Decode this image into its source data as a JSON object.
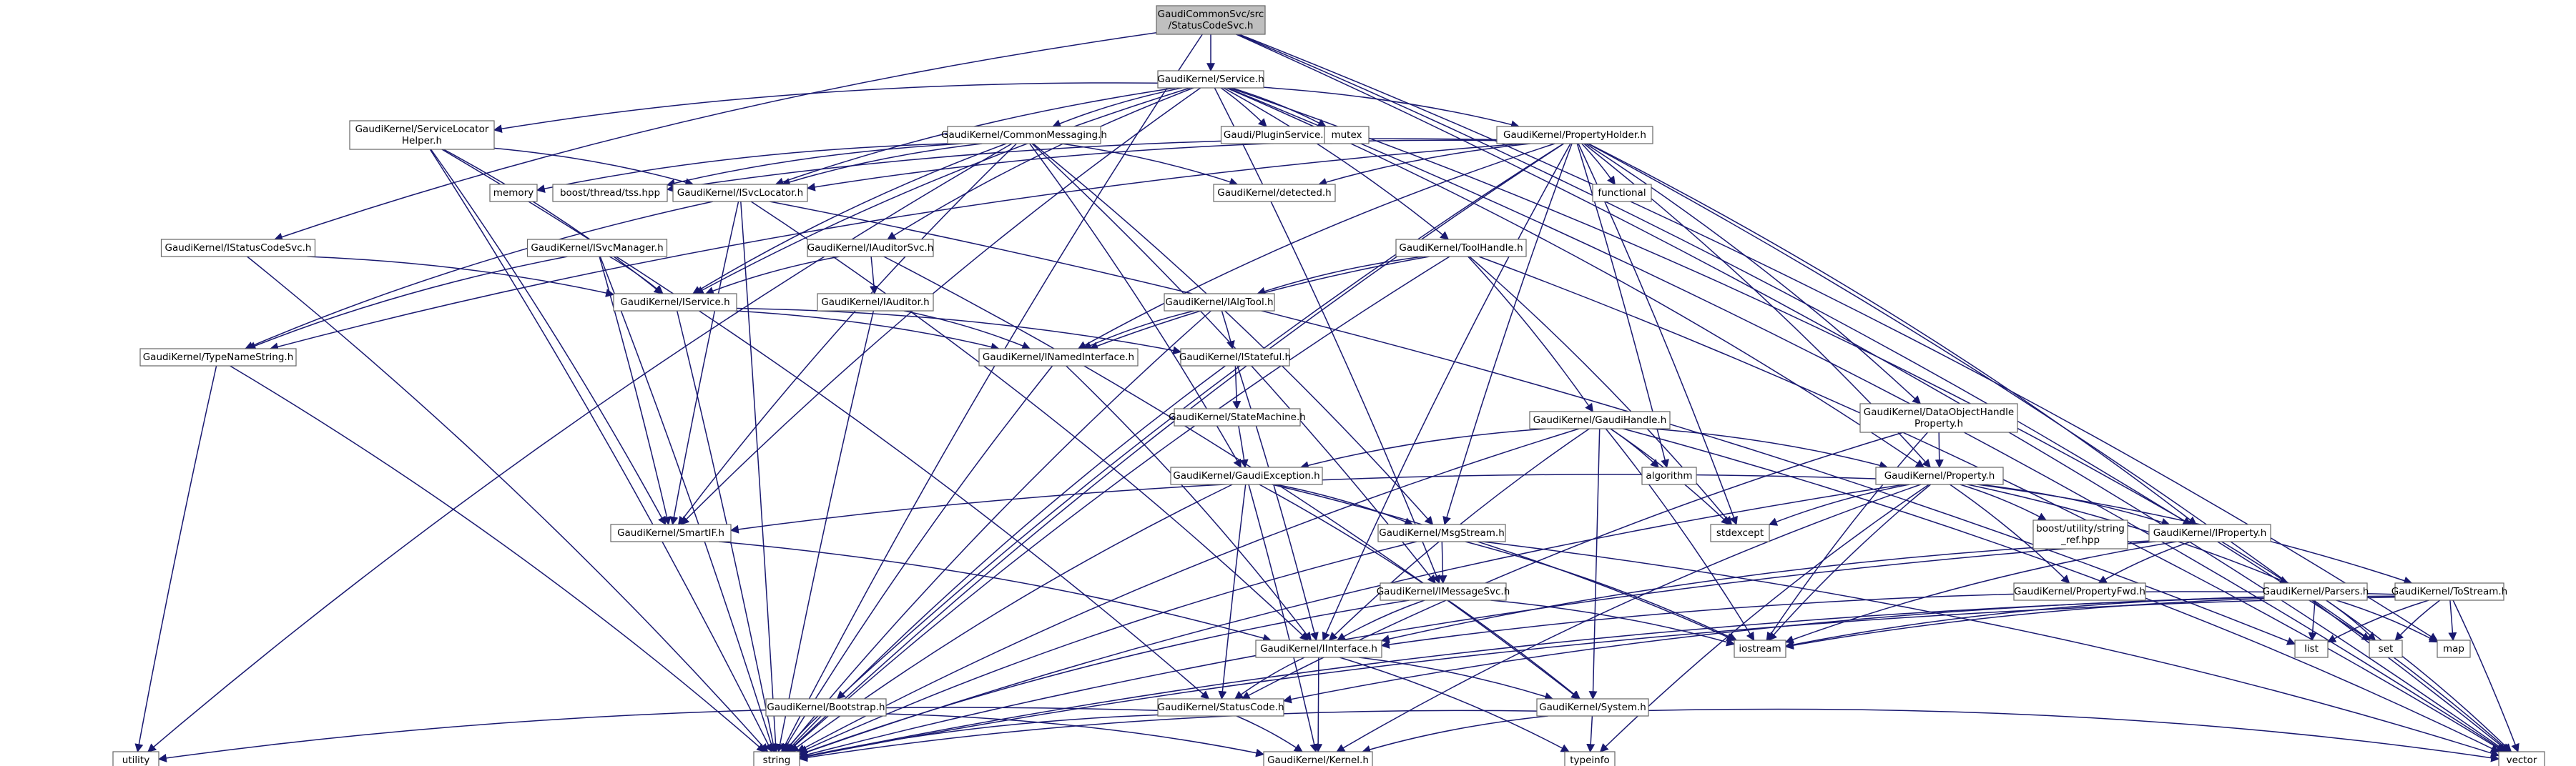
{
  "colors": {
    "root_fill": "#bfbfbf",
    "node_fill": "#ffffff",
    "border_black": "#000000",
    "border_red": "#ff0000",
    "border_grey": "#bfbfbf",
    "text": "#000000",
    "edge": "#191970"
  },
  "nodes": [
    {
      "id": "root",
      "lines": [
        "GaudiCommonSvc/src",
        "/StatusCodeSvc.h"
      ],
      "style": "root"
    },
    {
      "id": "service",
      "lines": [
        "GaudiKernel/Service.h"
      ],
      "style": "black"
    },
    {
      "id": "slhelper",
      "lines": [
        "GaudiKernel/ServiceLocator",
        "Helper.h"
      ],
      "style": "black"
    },
    {
      "id": "commonmsg",
      "lines": [
        "GaudiKernel/CommonMessaging.h"
      ],
      "style": "black"
    },
    {
      "id": "pluginsvc",
      "lines": [
        "Gaudi/PluginService.h"
      ],
      "style": "red"
    },
    {
      "id": "mutex",
      "lines": [
        "mutex"
      ],
      "style": "grey"
    },
    {
      "id": "propholder",
      "lines": [
        "GaudiKernel/PropertyHolder.h"
      ],
      "style": "black"
    },
    {
      "id": "memory",
      "lines": [
        "memory"
      ],
      "style": "grey"
    },
    {
      "id": "tss",
      "lines": [
        "boost/thread/tss.hpp"
      ],
      "style": "grey"
    },
    {
      "id": "isvcloc",
      "lines": [
        "GaudiKernel/ISvcLocator.h"
      ],
      "style": "black"
    },
    {
      "id": "detected",
      "lines": [
        "GaudiKernel/detected.h"
      ],
      "style": "red"
    },
    {
      "id": "functional",
      "lines": [
        "functional"
      ],
      "style": "grey"
    },
    {
      "id": "istatuscodesvc",
      "lines": [
        "GaudiKernel/IStatusCodeSvc.h"
      ],
      "style": "black"
    },
    {
      "id": "isvcmanager",
      "lines": [
        "GaudiKernel/ISvcManager.h"
      ],
      "style": "red"
    },
    {
      "id": "iauditorsvc",
      "lines": [
        "GaudiKernel/IAuditorSvc.h"
      ],
      "style": "black"
    },
    {
      "id": "toolhandle",
      "lines": [
        "GaudiKernel/ToolHandle.h"
      ],
      "style": "red"
    },
    {
      "id": "iauditor",
      "lines": [
        "GaudiKernel/IAuditor.h"
      ],
      "style": "red"
    },
    {
      "id": "ialgtool",
      "lines": [
        "GaudiKernel/IAlgTool.h"
      ],
      "style": "black"
    },
    {
      "id": "iservice",
      "lines": [
        "GaudiKernel/IService.h"
      ],
      "style": "black"
    },
    {
      "id": "typenamestring",
      "lines": [
        "GaudiKernel/TypeNameString.h"
      ],
      "style": "red"
    },
    {
      "id": "inamed",
      "lines": [
        "GaudiKernel/INamedInterface.h"
      ],
      "style": "black"
    },
    {
      "id": "istateful",
      "lines": [
        "GaudiKernel/IStateful.h"
      ],
      "style": "black"
    },
    {
      "id": "statemachine",
      "lines": [
        "GaudiKernel/StateMachine.h"
      ],
      "style": "black"
    },
    {
      "id": "dataobjprop",
      "lines": [
        "GaudiKernel/DataObjectHandle",
        "Property.h"
      ],
      "style": "black"
    },
    {
      "id": "gaudihandle",
      "lines": [
        "GaudiKernel/GaudiHandle.h"
      ],
      "style": "red"
    },
    {
      "id": "gaudiexc",
      "lines": [
        "GaudiKernel/GaudiException.h"
      ],
      "style": "red"
    },
    {
      "id": "algorithm",
      "lines": [
        "algorithm"
      ],
      "style": "grey"
    },
    {
      "id": "property",
      "lines": [
        "GaudiKernel/Property.h"
      ],
      "style": "black"
    },
    {
      "id": "smartif",
      "lines": [
        "GaudiKernel/SmartIF.h"
      ],
      "style": "black"
    },
    {
      "id": "msgstream",
      "lines": [
        "GaudiKernel/MsgStream.h"
      ],
      "style": "red"
    },
    {
      "id": "stdexcept",
      "lines": [
        "stdexcept"
      ],
      "style": "grey"
    },
    {
      "id": "boostref",
      "lines": [
        "boost/utility/string",
        "_ref.hpp"
      ],
      "style": "grey"
    },
    {
      "id": "iproperty",
      "lines": [
        "GaudiKernel/IProperty.h"
      ],
      "style": "black"
    },
    {
      "id": "imessagesvc",
      "lines": [
        "GaudiKernel/IMessageSvc.h"
      ],
      "style": "black"
    },
    {
      "id": "propfwd",
      "lines": [
        "GaudiKernel/PropertyFwd.h"
      ],
      "style": "black"
    },
    {
      "id": "parsers",
      "lines": [
        "GaudiKernel/Parsers.h"
      ],
      "style": "red"
    },
    {
      "id": "tostream",
      "lines": [
        "GaudiKernel/ToStream.h"
      ],
      "style": "red"
    },
    {
      "id": "iinterface",
      "lines": [
        "GaudiKernel/IInterface.h"
      ],
      "style": "red"
    },
    {
      "id": "iostream",
      "lines": [
        "iostream"
      ],
      "style": "grey"
    },
    {
      "id": "list",
      "lines": [
        "list"
      ],
      "style": "grey"
    },
    {
      "id": "set",
      "lines": [
        "set"
      ],
      "style": "grey"
    },
    {
      "id": "map",
      "lines": [
        "map"
      ],
      "style": "grey"
    },
    {
      "id": "bootstrap",
      "lines": [
        "GaudiKernel/Bootstrap.h"
      ],
      "style": "black"
    },
    {
      "id": "statuscode",
      "lines": [
        "GaudiKernel/StatusCode.h"
      ],
      "style": "red"
    },
    {
      "id": "system",
      "lines": [
        "GaudiKernel/System.h"
      ],
      "style": "red"
    },
    {
      "id": "utility",
      "lines": [
        "utility"
      ],
      "style": "grey"
    },
    {
      "id": "string",
      "lines": [
        "string"
      ],
      "style": "grey"
    },
    {
      "id": "kernel",
      "lines": [
        "GaudiKernel/Kernel.h"
      ],
      "style": "black"
    },
    {
      "id": "typeinfo",
      "lines": [
        "typeinfo"
      ],
      "style": "grey"
    },
    {
      "id": "vector",
      "lines": [
        "vector"
      ],
      "style": "grey"
    }
  ],
  "edges": [
    [
      "root",
      "service"
    ],
    [
      "root",
      "istatuscodesvc"
    ],
    [
      "root",
      "string"
    ],
    [
      "root",
      "set"
    ],
    [
      "root",
      "map"
    ],
    [
      "root",
      "vector"
    ],
    [
      "service",
      "slhelper"
    ],
    [
      "service",
      "commonmsg"
    ],
    [
      "service",
      "pluginsvc"
    ],
    [
      "service",
      "mutex"
    ],
    [
      "service",
      "propholder"
    ],
    [
      "service",
      "isvcloc"
    ],
    [
      "service",
      "iauditorsvc"
    ],
    [
      "service",
      "toolhandle"
    ],
    [
      "service",
      "iservice"
    ],
    [
      "service",
      "smartif"
    ],
    [
      "service",
      "iproperty"
    ],
    [
      "service",
      "property"
    ],
    [
      "service",
      "imessagesvc"
    ],
    [
      "service",
      "vector"
    ],
    [
      "slhelper",
      "isvcloc"
    ],
    [
      "slhelper",
      "smartif"
    ],
    [
      "slhelper",
      "iservice"
    ],
    [
      "slhelper",
      "statuscode"
    ],
    [
      "slhelper",
      "string"
    ],
    [
      "commonmsg",
      "memory"
    ],
    [
      "commonmsg",
      "tss"
    ],
    [
      "commonmsg",
      "isvcloc"
    ],
    [
      "commonmsg",
      "detected"
    ],
    [
      "commonmsg",
      "iservice"
    ],
    [
      "commonmsg",
      "msgstream"
    ],
    [
      "commonmsg",
      "gaudiexc"
    ],
    [
      "commonmsg",
      "smartif"
    ],
    [
      "commonmsg",
      "utility"
    ],
    [
      "commonmsg",
      "imessagesvc"
    ],
    [
      "propholder",
      "isvcloc"
    ],
    [
      "propholder",
      "detected"
    ],
    [
      "propholder",
      "functional"
    ],
    [
      "propholder",
      "iproperty"
    ],
    [
      "propholder",
      "property"
    ],
    [
      "propholder",
      "inamed"
    ],
    [
      "propholder",
      "msgstream"
    ],
    [
      "propholder",
      "algorithm"
    ],
    [
      "propholder",
      "stdexcept"
    ],
    [
      "propholder",
      "dataobjprop"
    ],
    [
      "propholder",
      "bootstrap"
    ],
    [
      "propholder",
      "iinterface"
    ],
    [
      "propholder",
      "typenamestring"
    ],
    [
      "propholder",
      "string"
    ],
    [
      "propholder",
      "vector"
    ],
    [
      "propholder",
      "tss"
    ],
    [
      "isvcloc",
      "iinterface"
    ],
    [
      "isvcloc",
      "smartif"
    ],
    [
      "isvcloc",
      "typenamestring"
    ],
    [
      "isvcloc",
      "string"
    ],
    [
      "isvcloc",
      "list"
    ],
    [
      "istatuscodesvc",
      "iservice"
    ],
    [
      "istatuscodesvc",
      "string"
    ],
    [
      "isvcmanager",
      "iservice"
    ],
    [
      "isvcmanager",
      "smartif"
    ],
    [
      "isvcmanager",
      "typenamestring"
    ],
    [
      "isvcmanager",
      "string"
    ],
    [
      "iauditorsvc",
      "iservice"
    ],
    [
      "iauditorsvc",
      "iauditor"
    ],
    [
      "iauditorsvc",
      "system"
    ],
    [
      "toolhandle",
      "ialgtool"
    ],
    [
      "toolhandle",
      "inamed"
    ],
    [
      "toolhandle",
      "gaudihandle"
    ],
    [
      "toolhandle",
      "stdexcept"
    ],
    [
      "toolhandle",
      "string"
    ],
    [
      "toolhandle",
      "vector"
    ],
    [
      "iauditor",
      "inamed"
    ],
    [
      "iauditor",
      "string"
    ],
    [
      "ialgtool",
      "inamed"
    ],
    [
      "ialgtool",
      "istateful"
    ],
    [
      "ialgtool",
      "string"
    ],
    [
      "iservice",
      "inamed"
    ],
    [
      "iservice",
      "istateful"
    ],
    [
      "iservice",
      "string"
    ],
    [
      "typenamestring",
      "string"
    ],
    [
      "typenamestring",
      "utility"
    ],
    [
      "inamed",
      "iinterface"
    ],
    [
      "inamed",
      "string"
    ],
    [
      "istateful",
      "iinterface"
    ],
    [
      "istateful",
      "statemachine"
    ],
    [
      "istateful",
      "string"
    ],
    [
      "statemachine",
      "gaudiexc"
    ],
    [
      "dataobjprop",
      "property"
    ],
    [
      "dataobjprop",
      "iostream"
    ],
    [
      "dataobjprop",
      "statuscode"
    ],
    [
      "gaudihandle",
      "gaudiexc"
    ],
    [
      "gaudihandle",
      "property"
    ],
    [
      "gaudihandle",
      "algorithm"
    ],
    [
      "gaudihandle",
      "stdexcept"
    ],
    [
      "gaudihandle",
      "iinterface"
    ],
    [
      "gaudihandle",
      "system"
    ],
    [
      "gaudihandle",
      "iostream"
    ],
    [
      "gaudihandle",
      "string"
    ],
    [
      "gaudihandle",
      "vector"
    ],
    [
      "gaudiexc",
      "msgstream"
    ],
    [
      "gaudiexc",
      "statuscode"
    ],
    [
      "gaudiexc",
      "system"
    ],
    [
      "gaudiexc",
      "kernel"
    ],
    [
      "gaudiexc",
      "string"
    ],
    [
      "gaudiexc",
      "iostream"
    ],
    [
      "property",
      "smartif"
    ],
    [
      "property",
      "stdexcept"
    ],
    [
      "property",
      "boostref"
    ],
    [
      "property",
      "iproperty"
    ],
    [
      "property",
      "propfwd"
    ],
    [
      "property",
      "parsers"
    ],
    [
      "property",
      "tostream"
    ],
    [
      "property",
      "kernel"
    ],
    [
      "property",
      "string"
    ],
    [
      "property",
      "typeinfo"
    ],
    [
      "property",
      "iostream"
    ],
    [
      "smartif",
      "iinterface"
    ],
    [
      "msgstream",
      "imessagesvc"
    ],
    [
      "msgstream",
      "string"
    ],
    [
      "msgstream",
      "iostream"
    ],
    [
      "msgstream",
      "vector"
    ],
    [
      "iproperty",
      "propfwd"
    ],
    [
      "iproperty",
      "iinterface"
    ],
    [
      "iproperty",
      "iostream"
    ],
    [
      "iproperty",
      "string"
    ],
    [
      "iproperty",
      "vector"
    ],
    [
      "imessagesvc",
      "iinterface"
    ],
    [
      "imessagesvc",
      "iostream"
    ],
    [
      "imessagesvc",
      "string"
    ],
    [
      "parsers",
      "list"
    ],
    [
      "parsers",
      "set"
    ],
    [
      "parsers",
      "map"
    ],
    [
      "parsers",
      "vector"
    ],
    [
      "parsers",
      "iostream"
    ],
    [
      "parsers",
      "string"
    ],
    [
      "parsers",
      "statuscode"
    ],
    [
      "tostream",
      "list"
    ],
    [
      "tostream",
      "set"
    ],
    [
      "tostream",
      "map"
    ],
    [
      "tostream",
      "vector"
    ],
    [
      "tostream",
      "iostream"
    ],
    [
      "tostream",
      "string"
    ],
    [
      "tostream",
      "iinterface"
    ],
    [
      "iinterface",
      "statuscode"
    ],
    [
      "iinterface",
      "system"
    ],
    [
      "iinterface",
      "kernel"
    ],
    [
      "iinterface",
      "typeinfo"
    ],
    [
      "bootstrap",
      "kernel"
    ],
    [
      "bootstrap",
      "string"
    ],
    [
      "statuscode",
      "kernel"
    ],
    [
      "statuscode",
      "string"
    ],
    [
      "statuscode",
      "utility"
    ],
    [
      "system",
      "kernel"
    ],
    [
      "system",
      "string"
    ],
    [
      "system",
      "typeinfo"
    ],
    [
      "system",
      "vector"
    ]
  ]
}
